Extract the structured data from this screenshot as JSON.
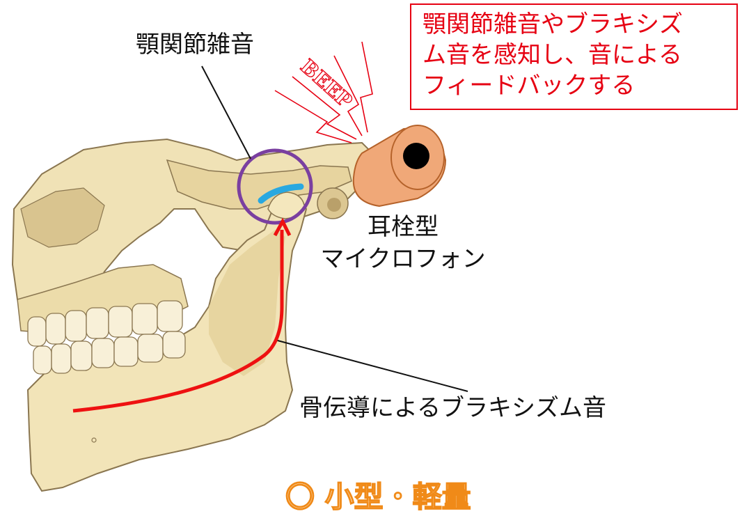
{
  "labels": {
    "tmj_sound": "顎関節雑音",
    "microphone_line1": "耳栓型",
    "microphone_line2": "マイクロフォン",
    "bone_conduction": "骨伝導によるブラキシズム音",
    "beep": "BEEP"
  },
  "callout": {
    "line1": "顎関節雑音やブラキシズ",
    "line2": "ム音を感知し、音による",
    "line3": "フィードバックする"
  },
  "bottom_text": "〇 小型・軽量",
  "colors": {
    "bone": "#f0e2b6",
    "bone_shadow": "#cdb98a",
    "bone_outline": "#8a7650",
    "earplug": "#f0a878",
    "earplug_outline": "#b5622a",
    "circle": "#7a3fa0",
    "arrow": "#ee1111",
    "joint_highlight": "#29a8e0",
    "callout": "#e60012",
    "beep": "#e60012",
    "bottom_text": "#f08a18"
  }
}
